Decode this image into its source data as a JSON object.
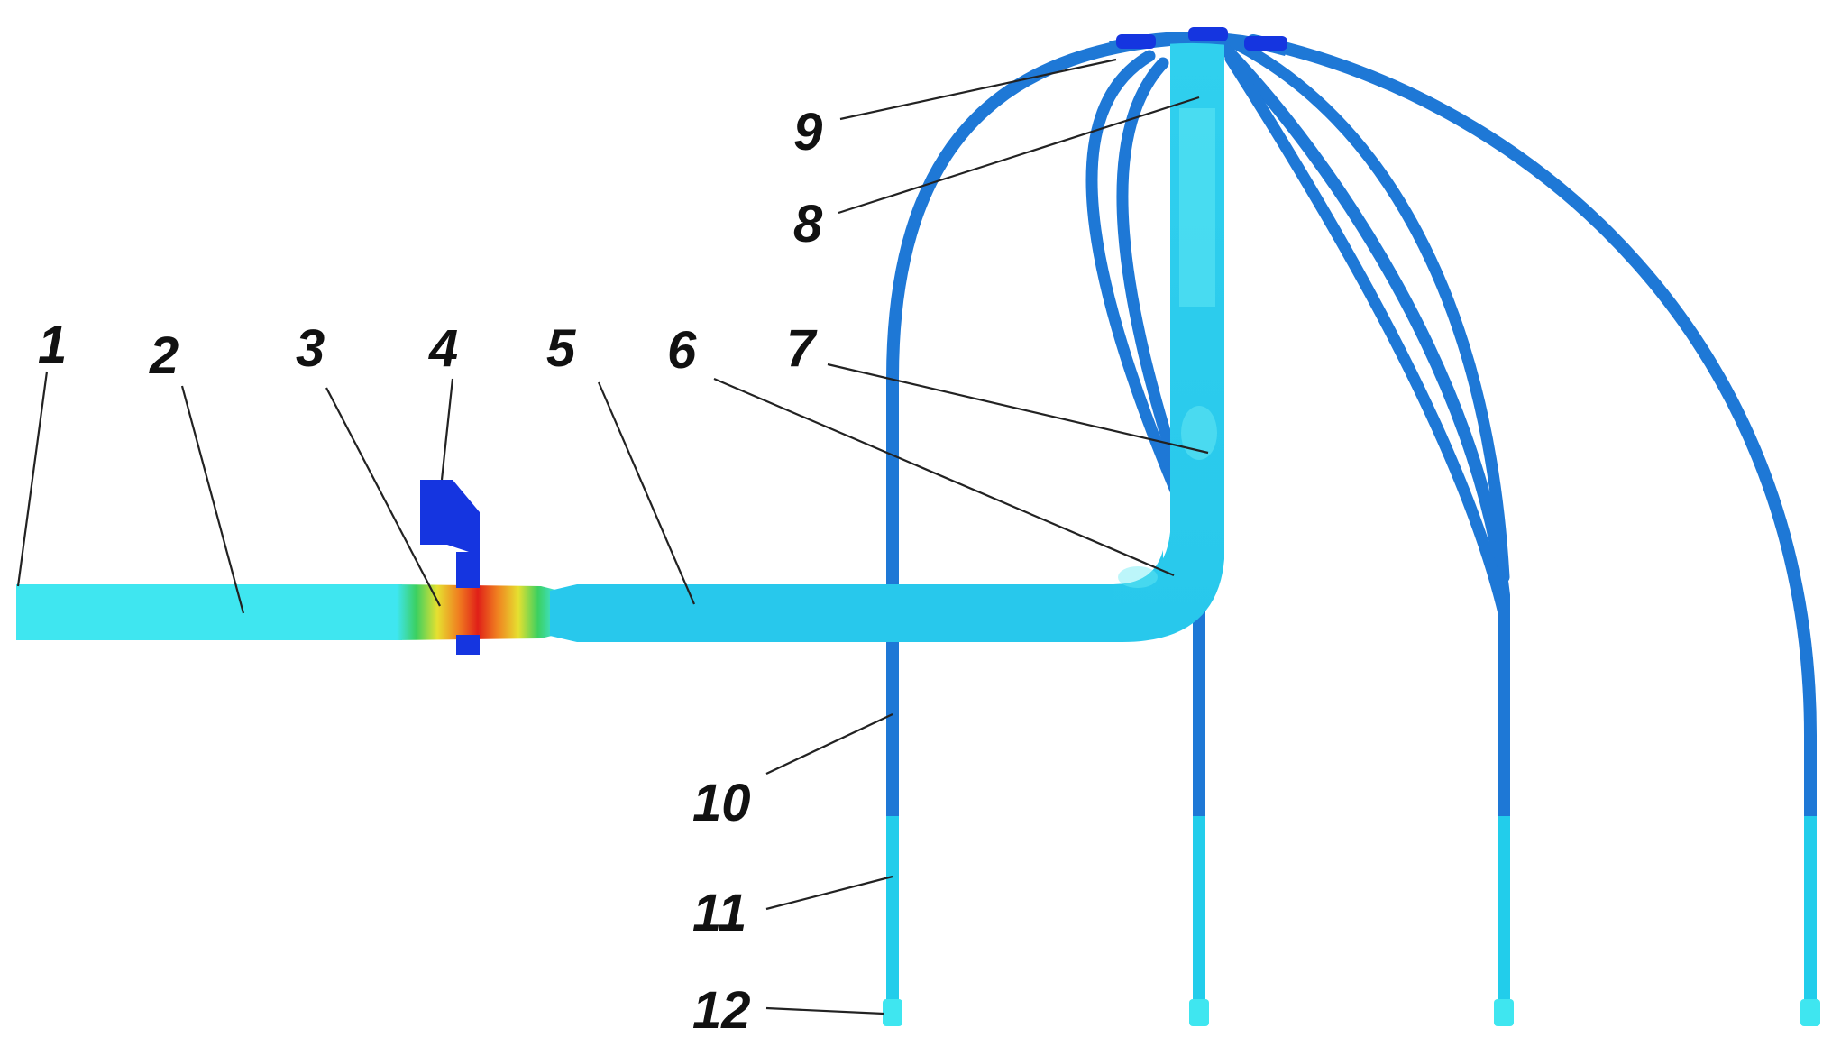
{
  "figure": {
    "callouts": [
      {
        "id": "1",
        "text": "1"
      },
      {
        "id": "2",
        "text": "2"
      },
      {
        "id": "3",
        "text": "3"
      },
      {
        "id": "4",
        "text": "4"
      },
      {
        "id": "5",
        "text": "5"
      },
      {
        "id": "6",
        "text": "6"
      },
      {
        "id": "7",
        "text": "7"
      },
      {
        "id": "8",
        "text": "8"
      },
      {
        "id": "9",
        "text": "9"
      },
      {
        "id": "10",
        "text": "10"
      },
      {
        "id": "11",
        "text": "11"
      },
      {
        "id": "12",
        "text": "12"
      }
    ],
    "colors": {
      "cyan_light": "#3FE6F0",
      "cyan_mid": "#22CDEB",
      "blue_mid": "#1E78D6",
      "blue_dark": "#1560C0",
      "blue_deep": "#1535E0",
      "green": "#3CD060",
      "yellow": "#E6E030",
      "orange": "#F08020",
      "red": "#E02018",
      "leader": "#222222",
      "label": "#111111"
    }
  }
}
